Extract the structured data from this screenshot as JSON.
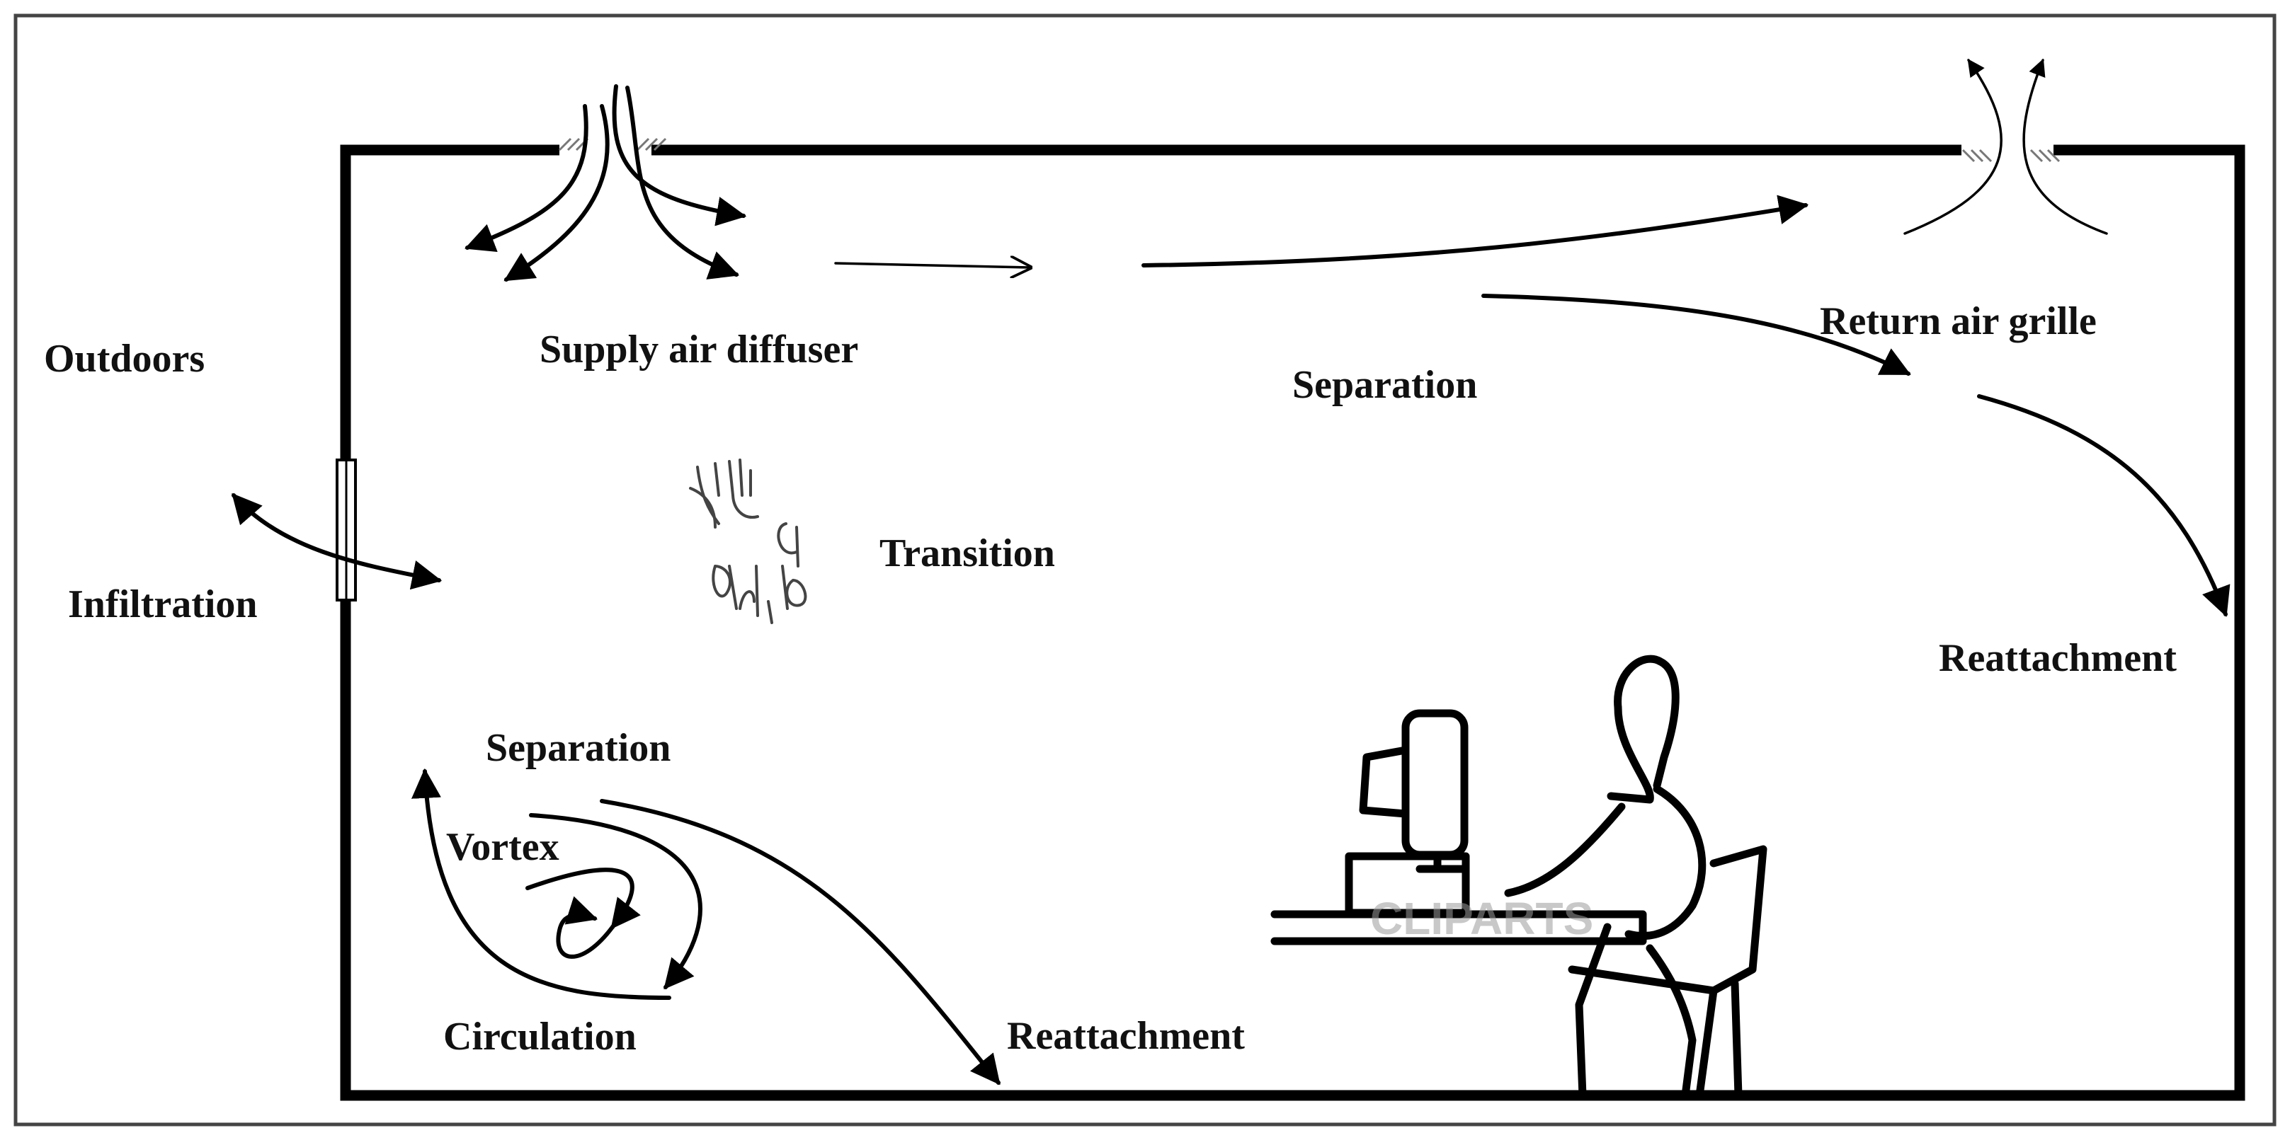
{
  "labels": {
    "outdoors": "Outdoors",
    "supply_air_diffuser": "Supply air diffuser",
    "return_air_grille": "Return air grille",
    "separation_top": "Separation",
    "transition": "Transition",
    "infiltration": "Infiltration",
    "reattachment_right": "Reattachment",
    "separation_bottom": "Separation",
    "vortex": "Vortex",
    "circulation": "Circulation",
    "reattachment_bottom": "Reattachment"
  },
  "watermark": "CLIPARTS",
  "colors": {
    "ink": "#000000",
    "text": "#111111",
    "frame": "#444444",
    "watermark": "#9a9a9a"
  }
}
